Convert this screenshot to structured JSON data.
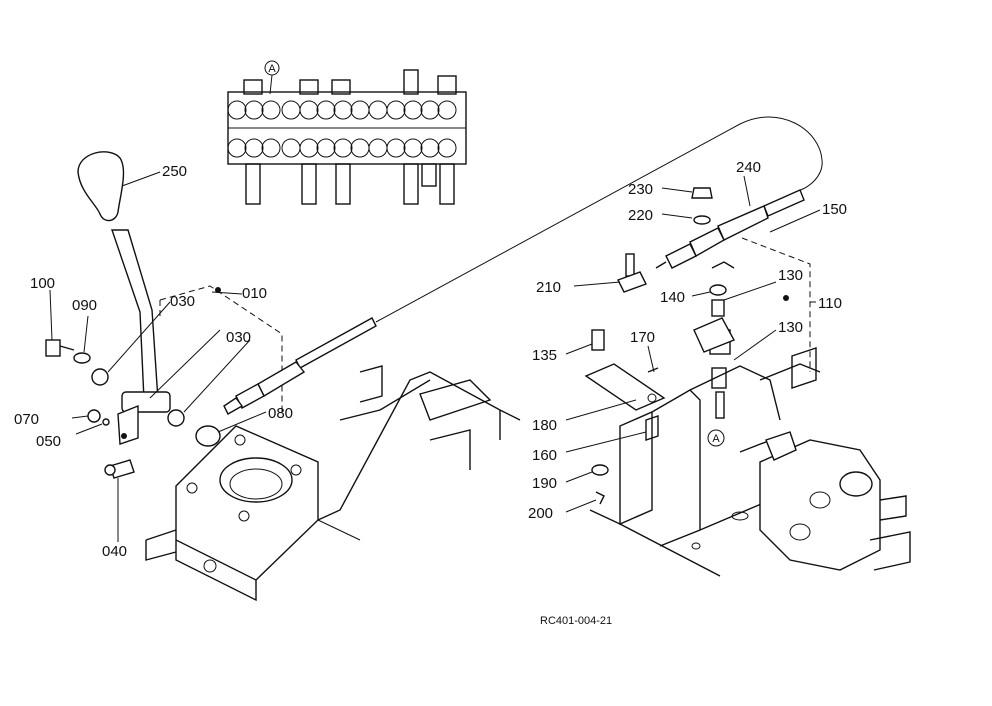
{
  "parts": {
    "p250": "250",
    "p100": "100",
    "p090": "090",
    "p030a": "030",
    "p010": "010",
    "p030b": "030",
    "p070": "070",
    "p050": "050",
    "p080": "080",
    "p040": "040",
    "p230": "230",
    "p240": "240",
    "p220": "220",
    "p150": "150",
    "p210": "210",
    "p130a": "130",
    "p140": "140",
    "p110": "110",
    "p130b": "130",
    "p135": "135",
    "p170": "170",
    "p180": "180",
    "p160": "160",
    "p190": "190",
    "p200": "200"
  },
  "markers": {
    "inset_a": "A",
    "main_a": "A"
  },
  "reference_code": "RC401-004-21"
}
